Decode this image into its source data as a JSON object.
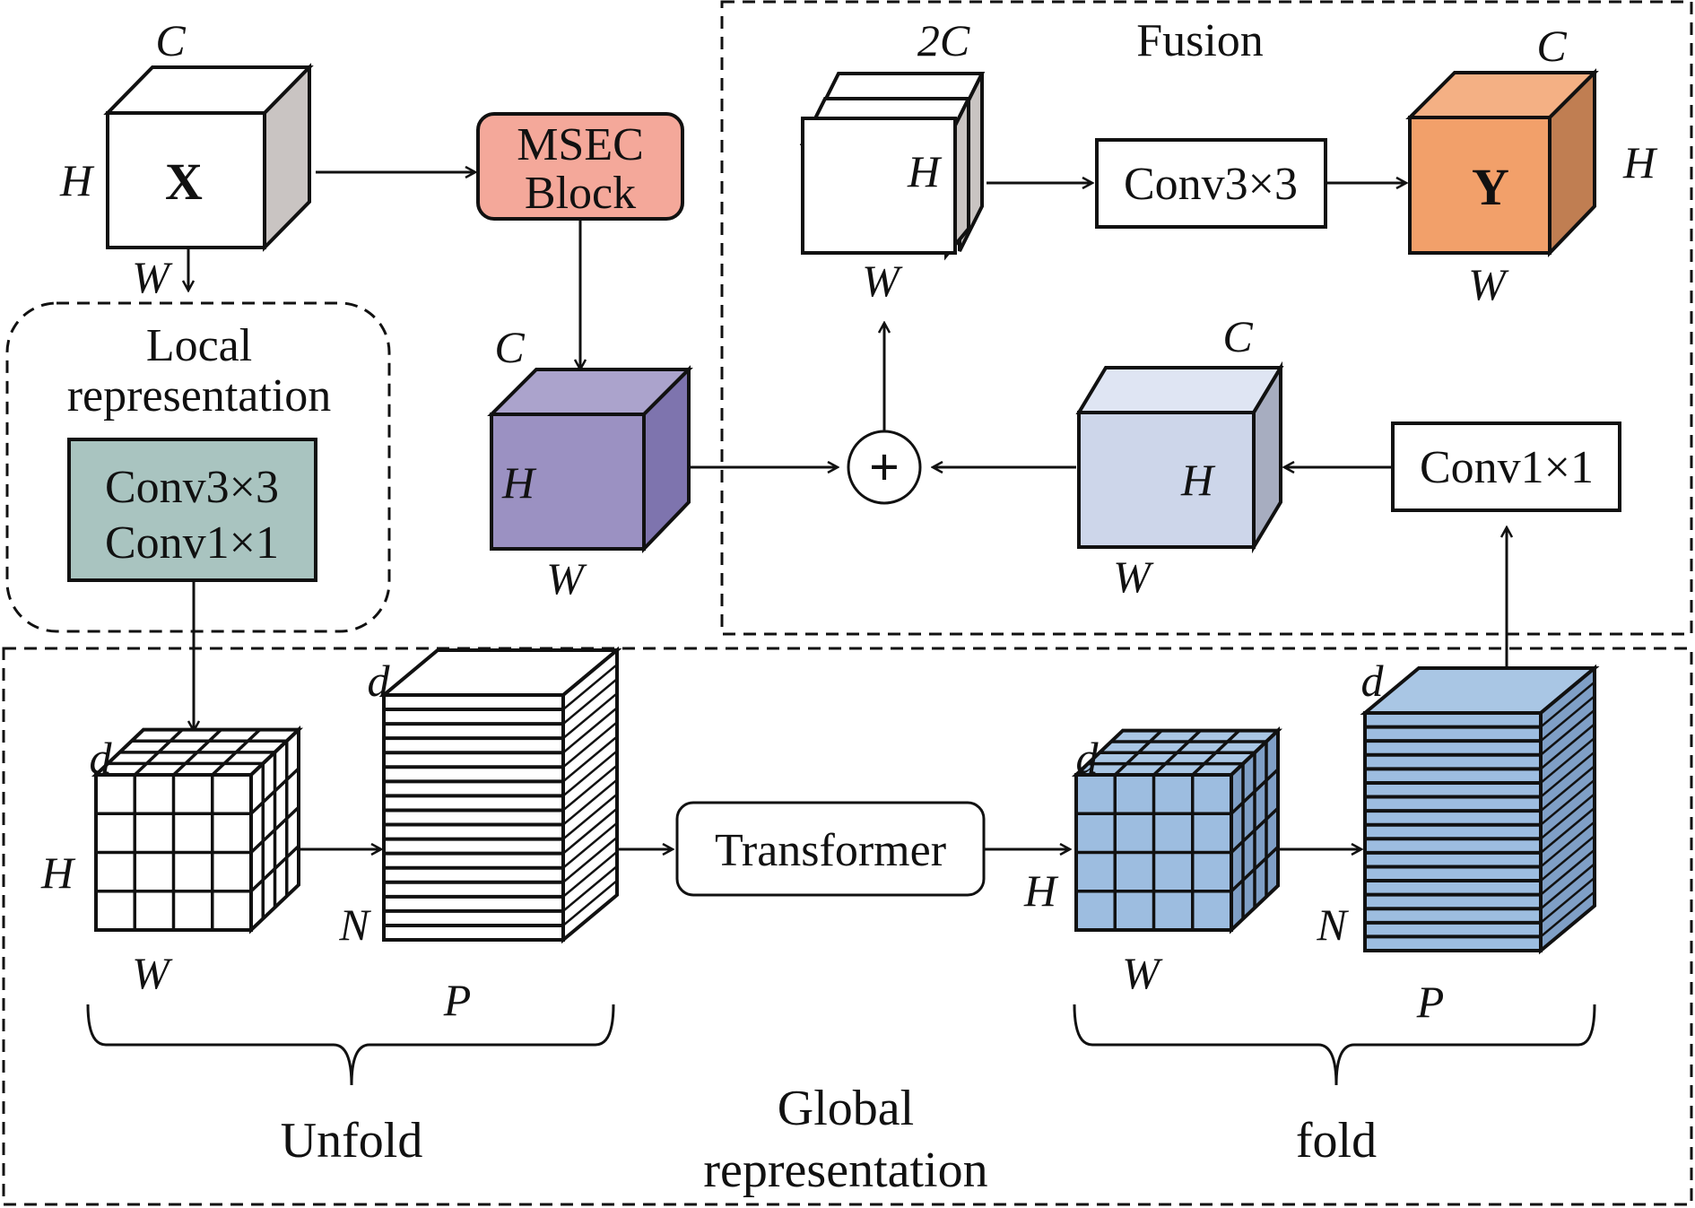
{
  "figure": {
    "input_tensor": {
      "label": "X",
      "dims": {
        "c": "C",
        "h": "H",
        "w": "W"
      }
    },
    "msec_block": {
      "line1": "MSEC",
      "line2": "Block",
      "color": "#f4a89a"
    },
    "local_representation": {
      "title_line1": "Local",
      "title_line2": "representation",
      "conv_line1": "Conv3×3",
      "conv_line2": "Conv1×1",
      "color": "#a9c4c0"
    },
    "msec_output": {
      "dims": {
        "c": "C",
        "h": "H",
        "w": "W"
      },
      "color": "#9b91c2"
    },
    "add_op": {
      "symbol": "+"
    },
    "fusion": {
      "title": "Fusion",
      "concat_tensor": {
        "dims": {
          "c": "2C",
          "h": "H",
          "w": "W"
        }
      },
      "conv": "Conv3×3",
      "output_tensor": {
        "label": "Y",
        "dims": {
          "c": "C",
          "h": "H",
          "w": "W"
        },
        "color": "#f2a06a"
      },
      "mid_tensor": {
        "dims": {
          "c": "C",
          "h": "H",
          "w": "W"
        },
        "color": "#cdd6ea"
      },
      "conv1x1": "Conv1×1"
    },
    "global_representation": {
      "title_line1": "Global",
      "title_line2": "representation",
      "grid_in": {
        "dims": {
          "d": "d",
          "h": "H",
          "w": "W"
        }
      },
      "patches_in": {
        "dims": {
          "d": "d",
          "n": "N",
          "p": "P"
        }
      },
      "transformer": "Transformer",
      "grid_out": {
        "dims": {
          "d": "d",
          "h": "H",
          "w": "W"
        },
        "color": "#9dbde0"
      },
      "patches_out": {
        "dims": {
          "d": "d",
          "n": "N",
          "p": "P"
        },
        "color": "#9dbde0"
      },
      "unfold": "Unfold",
      "fold": "fold"
    }
  }
}
